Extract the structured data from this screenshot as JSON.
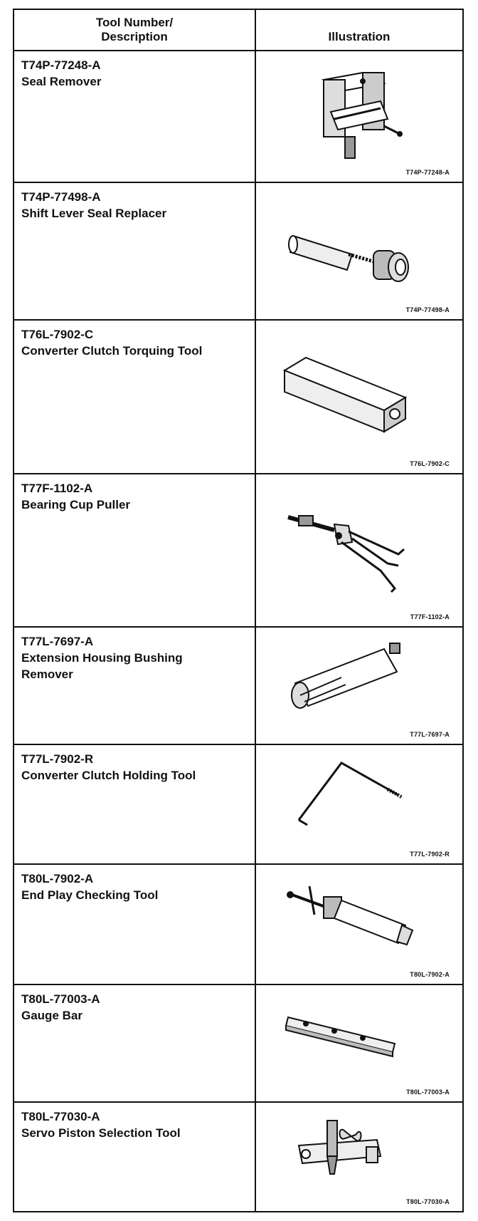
{
  "header": {
    "col1": "Tool Number/\nDescription",
    "col2": "Illustration"
  },
  "tools": [
    {
      "number": "T74P-77248-A",
      "description": "Seal Remover",
      "caption": "T74P-77248-A",
      "icon": "seal-remover-icon"
    },
    {
      "number": "T74P-77498-A",
      "description": "Shift Lever Seal Replacer",
      "caption": "T74P-77498-A",
      "icon": "seal-replacer-icon"
    },
    {
      "number": "T76L-7902-C",
      "description": "Converter Clutch Torquing Tool",
      "caption": "T76L-7902-C",
      "icon": "torquing-tool-icon"
    },
    {
      "number": "T77F-1102-A",
      "description": "Bearing Cup Puller",
      "caption": "T77F-1102-A",
      "icon": "bearing-puller-icon"
    },
    {
      "number": "T77L-7697-A",
      "description": "Extension Housing Bushing\nRemover",
      "caption": "T77L-7697-A",
      "icon": "bushing-remover-icon"
    },
    {
      "number": "T77L-7902-R",
      "description": "Converter Clutch Holding Tool",
      "caption": "T77L-7902-R",
      "icon": "holding-tool-icon"
    },
    {
      "number": "T80L-7902-A",
      "description": "End Play Checking Tool",
      "caption": "T80L-7902-A",
      "icon": "end-play-tool-icon"
    },
    {
      "number": "T80L-77003-A",
      "description": "Gauge Bar",
      "caption": "T80L-77003-A",
      "icon": "gauge-bar-icon"
    },
    {
      "number": "T80L-77030-A",
      "description": "Servo Piston Selection Tool",
      "caption": "T80L-77030-A",
      "icon": "servo-tool-icon"
    }
  ]
}
